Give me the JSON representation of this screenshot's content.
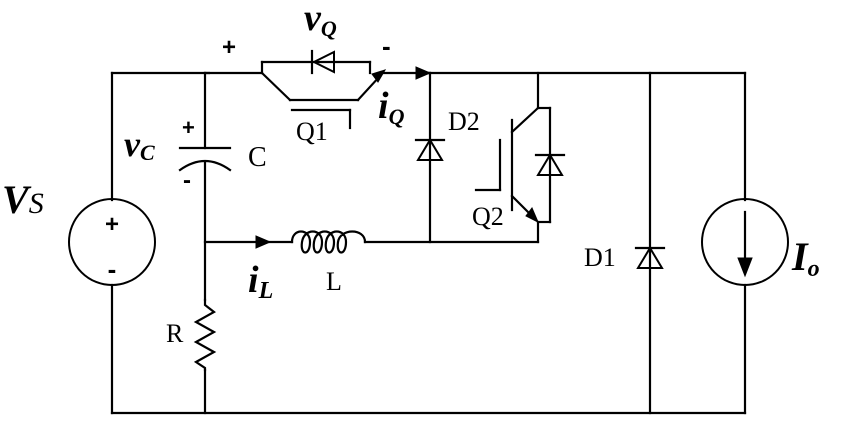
{
  "labels": {
    "vs_main": "V",
    "vs_sub": "S",
    "vq_main": "v",
    "vq_sub": "Q",
    "vc_main": "v",
    "vc_sub": "C",
    "iq_main": "i",
    "iq_sub": "Q",
    "il_main": "i",
    "il_sub": "L",
    "io_main": "I",
    "io_sub": "o",
    "q1": "Q1",
    "q2": "Q2",
    "d1": "D1",
    "d2": "D2",
    "c": "C",
    "l": "L",
    "r": "R",
    "plus": "+",
    "minus": "-"
  }
}
